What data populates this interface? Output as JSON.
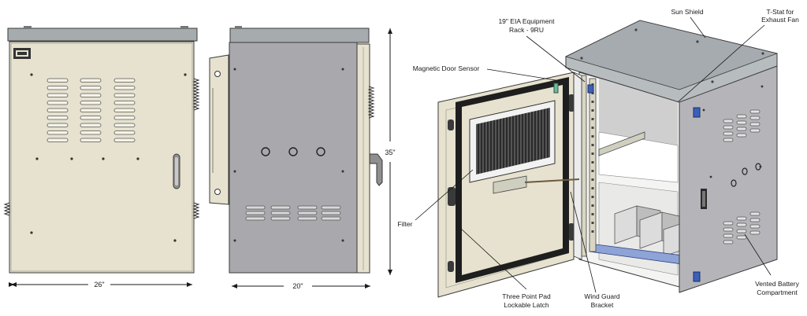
{
  "dimensions": {
    "front_width": "26\"",
    "side_depth": "20\"",
    "height": "35\""
  },
  "labels": {
    "rack_line1": "19\" EIA Equipment",
    "rack_line2": "Rack - 9RU",
    "sun_shield": "Sun Shield",
    "tstat_line1": "T-Stat for",
    "tstat_line2": "Exhaust Fan",
    "door_sensor": "Magnetic Door Sensor",
    "filter": "Filter",
    "latch_line1": "Three Point Pad",
    "latch_line2": "Lockable Latch",
    "wind_line1": "Wind Guard",
    "wind_line2": "Bracket",
    "battery_line1": "Vented Battery",
    "battery_line2": "Compartment"
  },
  "colors": {
    "body_beige": "#e6e2cf",
    "side_gray": "#a9a8ad",
    "lid": "#9ea3a6",
    "outline": "#3a3a3a"
  }
}
